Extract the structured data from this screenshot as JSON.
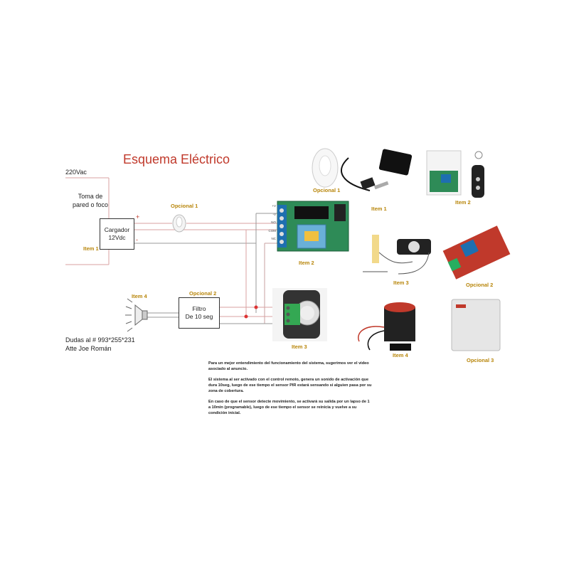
{
  "diagram": {
    "title": "Esquema Eléctrico",
    "supply_label": "220Vac",
    "outlet_label": "Toma de\npared o foco",
    "charger_label": "Cargador\n12Vdc",
    "plus_sign": "+",
    "minus_sign": "-",
    "filter_label": "Filtro\nDe 10 seg",
    "contact": "Dudas al # 993*255*231\nAtte Joe Román",
    "relay_pins": [
      "+V",
      "-V",
      "",
      "NO",
      "COM",
      "NC"
    ],
    "labels": {
      "item1_left": "Item 1",
      "opcional1_left": "Opcional 1",
      "item2_left": "Item 2",
      "item4_left": "Item 4",
      "opcional2_left": "Opcional 2",
      "item3_left": "Item 3",
      "opcional1_right": "Opcional 1",
      "item1_right": "Item 1",
      "item2_right": "Item 2",
      "item3_right": "Item 3",
      "opcional2_right": "Opcional 2",
      "item4_right": "Item 4",
      "opcional3_right": "Opcional 3"
    },
    "description": [
      "Para un mejor entendimiento del funcionamiento del sistema, sugerimos ver el video asociado al anuncio.",
      "El sistema al ser activado con el control remoto, genera un sonido de activación que dura 10seg, luego de ese tiempo el sensor PIR estará sensando si alguien pasa por su zona de cobertura.",
      "En caso de que el sensor detecte movimiento, se activará su salida por un lapso de 1 a 10min (programable), luego de ese tiempo el sensor se reinicia y vuelve a su condición inicial."
    ],
    "colors": {
      "title": "#c0392b",
      "item_label": "#b8860b",
      "wire_pos": "#d9a0a0",
      "wire_neg": "#999999",
      "wire_dark": "#c8a0a0",
      "relay_board": "#2e8b57",
      "terminal": "#1e6fb0"
    }
  }
}
